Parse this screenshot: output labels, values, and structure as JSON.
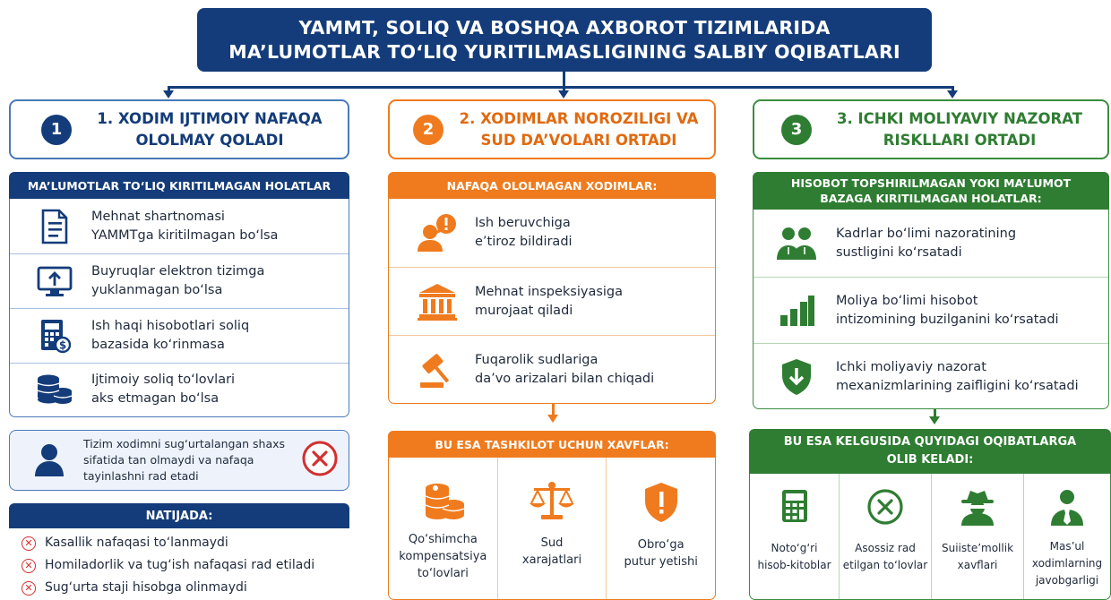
{
  "title": {
    "line1": "YAMMT, SOLIQ VA BOSHQA AXBOROT TIZIMLARIDA",
    "line2": "MA’LUMOTLAR TO‘LIQ YURITILMASLIGINING SALBIY OQIBATLARI"
  },
  "colors": {
    "navy": "#143c7a",
    "orange": "#ef7b1e",
    "green": "#2f7d32",
    "red": "#d32f2f"
  },
  "col1": {
    "number": "1",
    "heading_line1": "1. XODIM IJTIMOIY NAFAQA",
    "heading_line2": "OLOLMAY QOLADI",
    "band": "MA’LUMOTLAR TO‘LIQ KIRITILMAGAN HOLATLAR",
    "items": [
      {
        "icon": "document-icon",
        "line1": "Mehnat shartnomasi",
        "line2": "YAMMTga kiritilmagan bo‘lsa"
      },
      {
        "icon": "upload-monitor-icon",
        "line1": "Buyruqlar elektron tizimga",
        "line2": "yuklanmagan bo‘lsa"
      },
      {
        "icon": "calculator-icon",
        "line1": "Ish haqi hisobotlari soliq",
        "line2": "bazasida ko‘rinmasa"
      },
      {
        "icon": "coins-icon",
        "line1": "Ijtimoiy soliq to‘lovlari",
        "line2": "aks etmagan bo‘lsa"
      }
    ],
    "refusal": {
      "icon": "person-icon",
      "line1": "Tizim xodimni sug‘urtalangan shaxs",
      "line2": "sifatida tan olmaydi va nafaqa",
      "line3": "tayinlashni rad etadi",
      "badge_icon": "x-circle-icon"
    },
    "result_band": "NATIJADA:",
    "results": [
      "Kasallik nafaqasi to‘lanmaydi",
      "Homiladorlik va tug‘ish nafaqasi rad etiladi",
      "Sug‘urta staji hisobga olinmaydi"
    ]
  },
  "col2": {
    "number": "2",
    "heading_line1": "2. XODIMLAR NOROZILIGI VA",
    "heading_line2": "SUD DA’VOLARI ORTADI",
    "band": "NAFAQA OLOLMAGAN XODIMLAR:",
    "items": [
      {
        "icon": "complaint-icon",
        "line1": "Ish beruvchiga",
        "line2": "e’tiroz bildiradi"
      },
      {
        "icon": "institution-icon",
        "line1": "Mehnat inspeksiyasiga",
        "line2": "murojaat qiladi"
      },
      {
        "icon": "gavel-icon",
        "line1": "Fuqarolik sudlariga",
        "line2": "da’vo arizalari bilan chiqadi"
      }
    ],
    "risk_band": "BU ESA TASHKILOT UCHUN XAVFLAR:",
    "risks": [
      {
        "icon": "money-coins-icon",
        "line1": "Qo‘shimcha",
        "line2": "kompensatsiya",
        "line3": "to‘lovlari"
      },
      {
        "icon": "scales-icon",
        "line1": "Sud",
        "line2": "xarajatlari",
        "line3": ""
      },
      {
        "icon": "shield-alert-icon",
        "line1": "Obro‘ga",
        "line2": "putur yetishi",
        "line3": ""
      }
    ]
  },
  "col3": {
    "number": "3",
    "heading_line1": "3. ICHKI MOLIYAVIY NAZORAT",
    "heading_line2": "RISKLLARI ORTADI",
    "band_line1": "HISOBOT TOPSHIRILMAGAN  YOKI MA’LUMOT",
    "band_line2": "BAZAGA KIRITILMAGAN HOLATLAR:",
    "items": [
      {
        "icon": "people-icon",
        "line1": "Kadrlar bo‘limi nazoratining",
        "line2": "sustligini ko‘rsatadi"
      },
      {
        "icon": "bar-chart-icon",
        "line1": "Moliya bo‘limi hisobot",
        "line2": "intizomining buzilganini ko‘rsatadi"
      },
      {
        "icon": "shield-down-icon",
        "line1": "Ichki moliyaviy nazorat",
        "line2": "mexanizmlarining zaifligini ko‘rsatadi"
      }
    ],
    "cons_band_line1": "BU ESA KELGUSIDA QUYIDAGI OQIBATLARGA",
    "cons_band_line2": "OLIB KELADI:",
    "consequences": [
      {
        "icon": "calculator-icon",
        "line1": "Noto‘g‘ri",
        "line2": "hisob-kitoblar",
        "line3": ""
      },
      {
        "icon": "x-circle-icon",
        "line1": "Asossiz rad",
        "line2": "etilgan to‘lovlar",
        "line3": ""
      },
      {
        "icon": "spy-icon",
        "line1": "Suiiste’mollik",
        "line2": "xavflari",
        "line3": ""
      },
      {
        "icon": "manager-icon",
        "line1": "Mas’ul",
        "line2": "xodimlarning",
        "line3": "javobgarligi"
      }
    ]
  }
}
